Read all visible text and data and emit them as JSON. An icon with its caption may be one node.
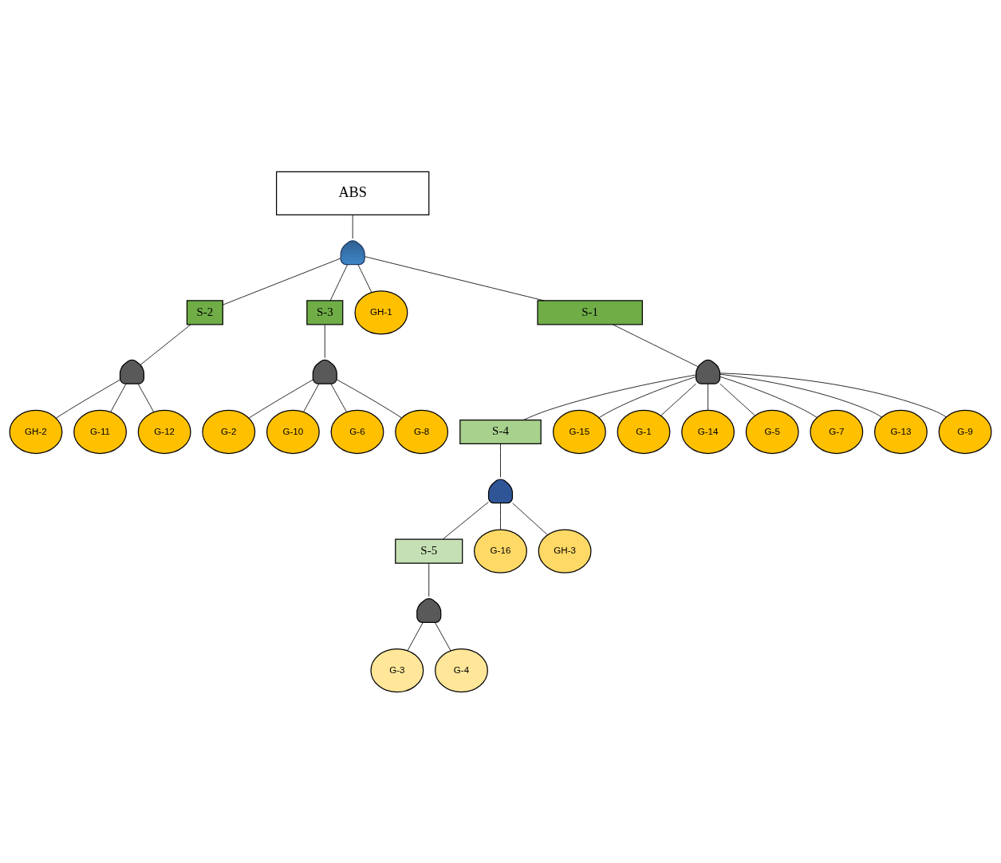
{
  "diagram": {
    "nodes": [
      {
        "text": [
          "ABS"
        ]
      },
      {
        "text": [],
        "shape": "gate"
      },
      {
        "text": [
          "S-2"
        ]
      },
      {
        "text": [
          "S-3"
        ]
      },
      {
        "text": [
          "GH-1"
        ]
      },
      {
        "text": [
          "S-1"
        ]
      },
      {
        "text": [],
        "shape": "gate"
      },
      {
        "text": [],
        "shape": "gate"
      },
      {
        "text": [],
        "shape": "gate"
      },
      {
        "text": [
          "S-4"
        ]
      },
      {
        "text": [
          "GH-2"
        ]
      },
      {
        "text": [
          "G-2"
        ]
      },
      {
        "text": [
          "G-10"
        ]
      },
      {
        "text": [
          "G-15"
        ]
      },
      {
        "text": [],
        "shape": "gate"
      },
      {
        "text": [
          "G-1"
        ]
      },
      {
        "text": [
          "G-11"
        ]
      },
      {
        "text": [
          "G-12"
        ]
      },
      {
        "text": [
          "G-6"
        ]
      },
      {
        "text": [
          "G-8"
        ]
      },
      {
        "text": [
          "S-5"
        ]
      },
      {
        "text": [
          "G-14"
        ]
      },
      {
        "text": [
          "G-5"
        ]
      },
      {
        "text": [
          "G-16"
        ]
      },
      {
        "text": [
          "G-7"
        ]
      },
      {
        "text": [
          "G-13"
        ]
      },
      {
        "text": [],
        "shape": "gate"
      },
      {
        "text": [
          "GH-3"
        ]
      },
      {
        "text": [
          "G-9"
        ]
      },
      {
        "text": [
          "G-3"
        ]
      },
      {
        "text": [
          "G-4"
        ]
      }
    ],
    "edges": [
      {
        "from": 0,
        "to": 1,
        "arrow": "none"
      },
      {
        "from": 1,
        "to": 2,
        "arrow": "none"
      },
      {
        "from": 1,
        "to": 3,
        "arrow": "none"
      },
      {
        "from": 1,
        "to": 4,
        "arrow": "none"
      },
      {
        "from": 1,
        "to": 5,
        "arrow": "none"
      },
      {
        "from": 2,
        "to": 6,
        "arrow": "none"
      },
      {
        "from": 3,
        "to": 7,
        "arrow": "none"
      },
      {
        "from": 5,
        "to": 8,
        "arrow": "none"
      },
      {
        "from": 6,
        "to": 16,
        "arrow": "none"
      },
      {
        "from": 6,
        "to": 10,
        "arrow": "none"
      },
      {
        "from": 6,
        "to": 17,
        "arrow": "none"
      },
      {
        "from": 7,
        "to": 11,
        "arrow": "none"
      },
      {
        "from": 7,
        "to": 18,
        "arrow": "none"
      },
      {
        "from": 7,
        "to": 19,
        "arrow": "none"
      },
      {
        "from": 7,
        "to": 12,
        "arrow": "none"
      },
      {
        "from": 8,
        "to": 9,
        "arrow": "none"
      },
      {
        "from": 8,
        "to": 15,
        "arrow": "none"
      },
      {
        "from": 8,
        "to": 22,
        "arrow": "none"
      },
      {
        "from": 8,
        "to": 24,
        "arrow": "none"
      },
      {
        "from": 8,
        "to": 28,
        "arrow": "none"
      },
      {
        "from": 8,
        "to": 25,
        "arrow": "none"
      },
      {
        "from": 8,
        "to": 21,
        "arrow": "none"
      },
      {
        "from": 8,
        "to": 13,
        "arrow": "none"
      },
      {
        "from": 9,
        "to": 14,
        "arrow": "none"
      },
      {
        "from": 14,
        "to": 20,
        "arrow": "none"
      },
      {
        "from": 14,
        "to": 23,
        "arrow": "none"
      },
      {
        "from": 14,
        "to": 27,
        "arrow": "none"
      },
      {
        "from": 20,
        "to": 26,
        "arrow": "none"
      },
      {
        "from": 26,
        "to": 29,
        "arrow": "none"
      },
      {
        "from": 26,
        "to": 30,
        "arrow": "none"
      }
    ]
  }
}
